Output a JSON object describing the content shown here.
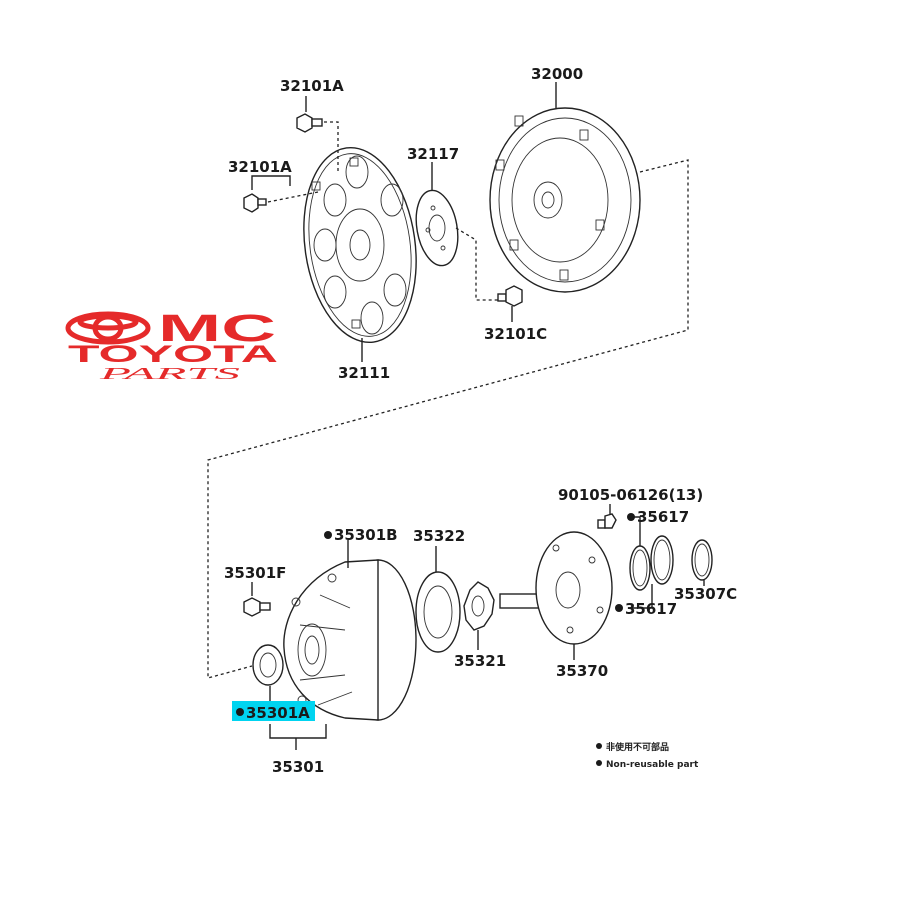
{
  "watermark": {
    "line1": "MC",
    "line2": "TOYOTA",
    "line3": "PARTS",
    "color": "#e52a2a"
  },
  "parts": {
    "p32101A_top": "32101A",
    "p32101A_left": "32101A",
    "p32000": "32000",
    "p32117": "32117",
    "p32101C": "32101C",
    "p32111": "32111",
    "p90105": "90105-06126(13)",
    "p35617_top": "35617",
    "p35617_bottom": "35617",
    "p35301B": "35301B",
    "p35322": "35322",
    "p35301F": "35301F",
    "p35307C": "35307C",
    "p35321": "35321",
    "p35370": "35370",
    "p35301A": "35301A",
    "p35301": "35301"
  },
  "highlight": {
    "part": "35301A",
    "color": "#00d4f0"
  },
  "legend": {
    "jp": "非使用不可部品",
    "en": "Non-reusable part"
  }
}
